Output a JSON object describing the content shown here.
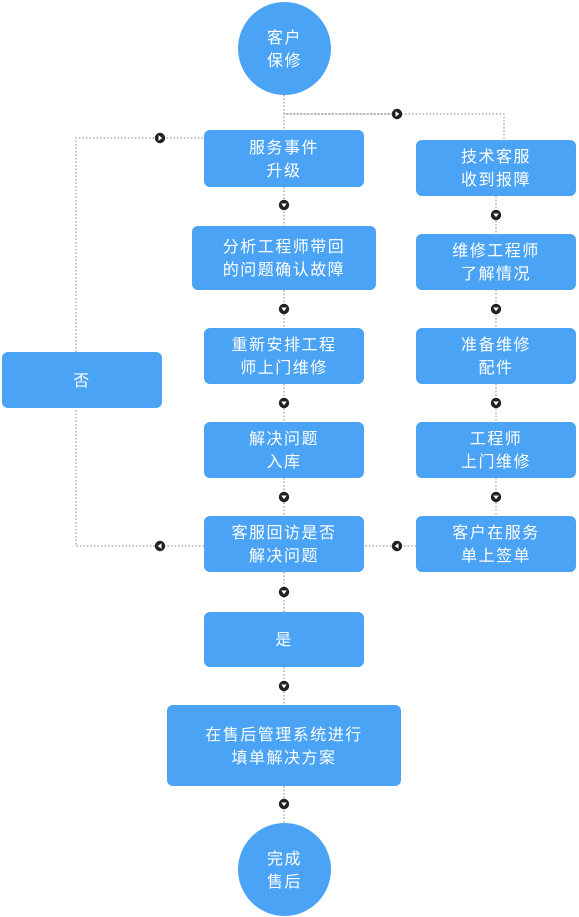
{
  "colors": {
    "node": "#4aa3f4",
    "connector": "#9a9a9a",
    "arrow": "#222222"
  },
  "nodes": {
    "start": {
      "line1": "客户",
      "line2": "保修"
    },
    "escalate": {
      "line1": "服务事件",
      "line2": "升级"
    },
    "analyze": {
      "line1": "分析工程师带回",
      "line2": "的问题确认故障"
    },
    "reassign": {
      "line1": "重新安排工程",
      "line2": "师上门维修"
    },
    "resolve": {
      "line1": "解决问题",
      "line2": "入库"
    },
    "followup": {
      "line1": "客服回访是否",
      "line2": "解决问题"
    },
    "no": {
      "line1": "否"
    },
    "yes": {
      "line1": "是"
    },
    "record": {
      "line1": "在售后管理系统进行",
      "line2": "填单解决方案"
    },
    "end": {
      "line1": "完成",
      "line2": "售后"
    },
    "receive": {
      "line1": "技术客服",
      "line2": "收到报障"
    },
    "understand": {
      "line1": "维修工程师",
      "line2": "了解情况"
    },
    "prepare": {
      "line1": "准备维修",
      "line2": "配件"
    },
    "onsite": {
      "line1": "工程师",
      "line2": "上门维修"
    },
    "sign": {
      "line1": "客户在服务",
      "line2": "单上签单"
    }
  }
}
